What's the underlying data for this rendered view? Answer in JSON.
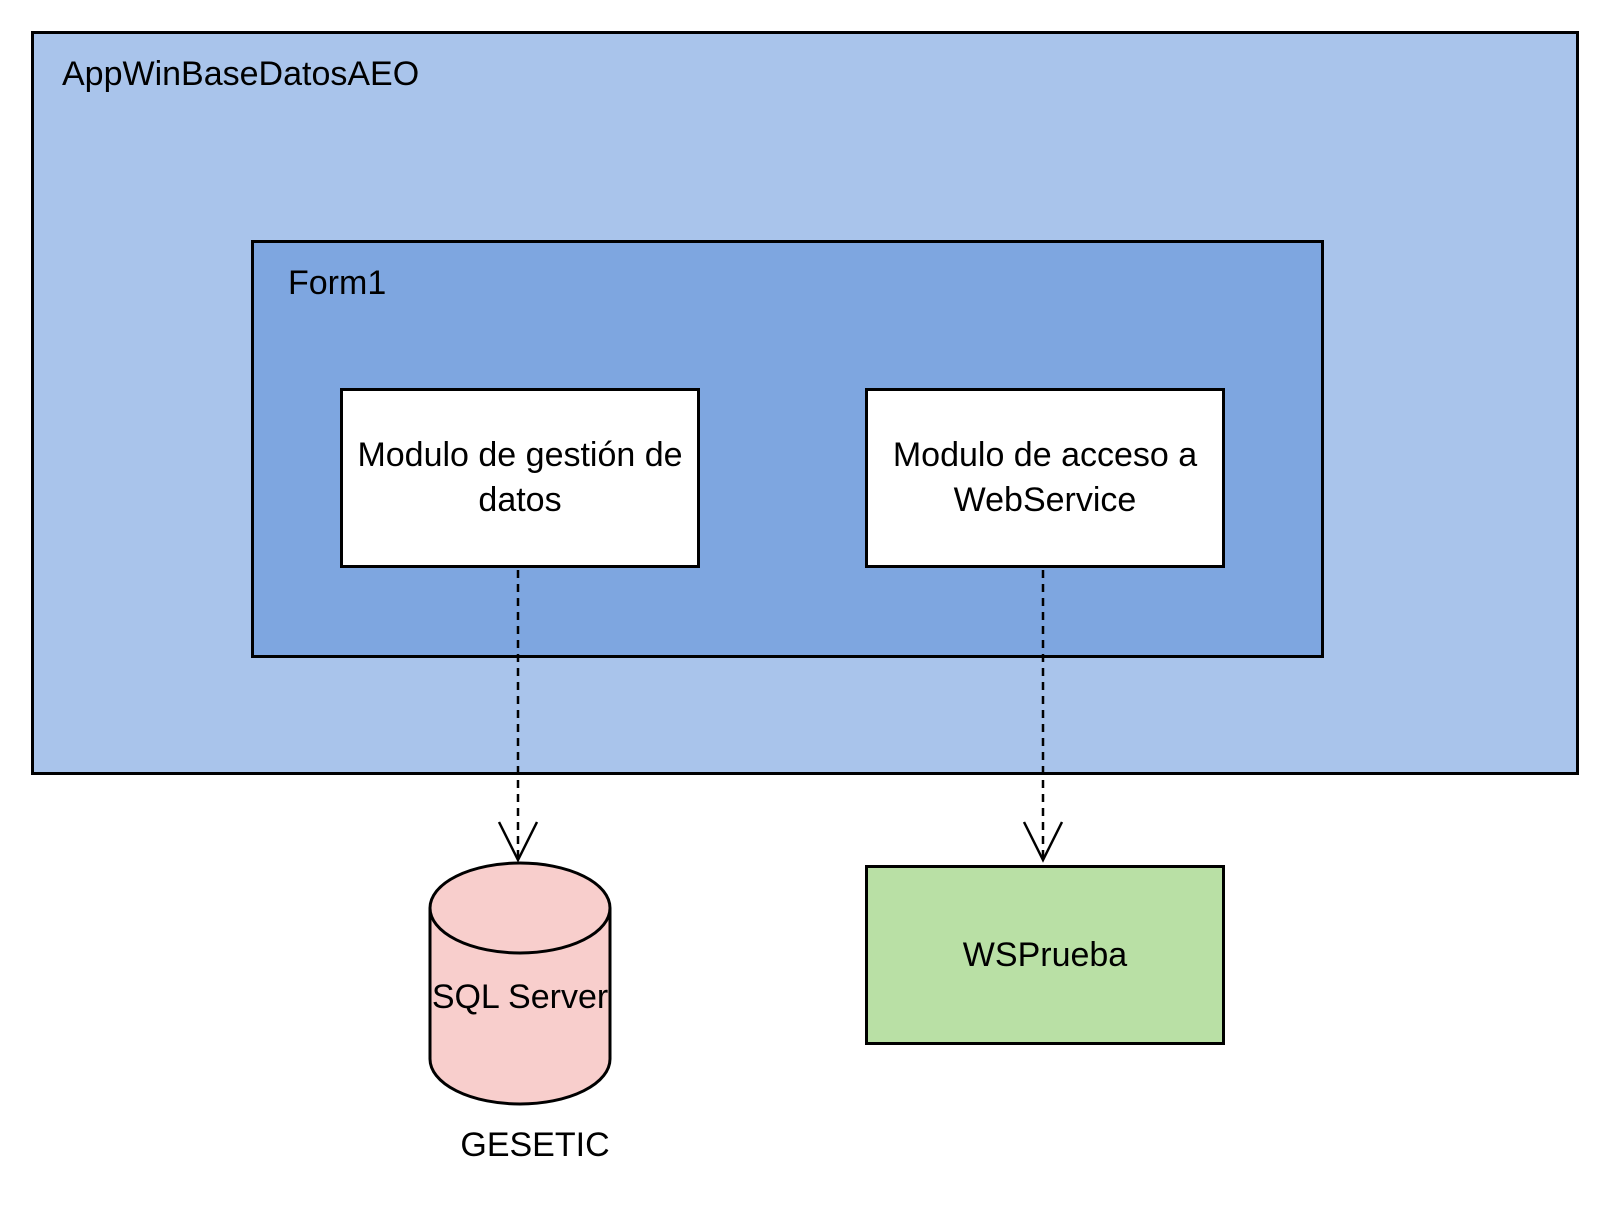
{
  "outer_container": {
    "label": "AppWinBaseDatosAEO",
    "fill": "#a9c4eb"
  },
  "form_container": {
    "label": "Form1",
    "fill": "#7ea6e0"
  },
  "modules": {
    "data_management": {
      "label": "Modulo de gestión de datos",
      "fill": "#ffffff"
    },
    "webservice_access": {
      "label": "Modulo de acceso a WebService",
      "fill": "#ffffff"
    }
  },
  "database": {
    "text": "SQL Server",
    "label": "GESETIC",
    "fill": "#f8cecc"
  },
  "webservice": {
    "label": "WSPrueba",
    "fill": "#b9e0a5"
  },
  "connectors": [
    {
      "from": "Modulo de gestión de datos",
      "to": "SQL Server",
      "style": "dashed",
      "arrow": "open"
    },
    {
      "from": "Modulo de acceso a WebService",
      "to": "WSPrueba",
      "style": "dashed",
      "arrow": "open"
    }
  ]
}
